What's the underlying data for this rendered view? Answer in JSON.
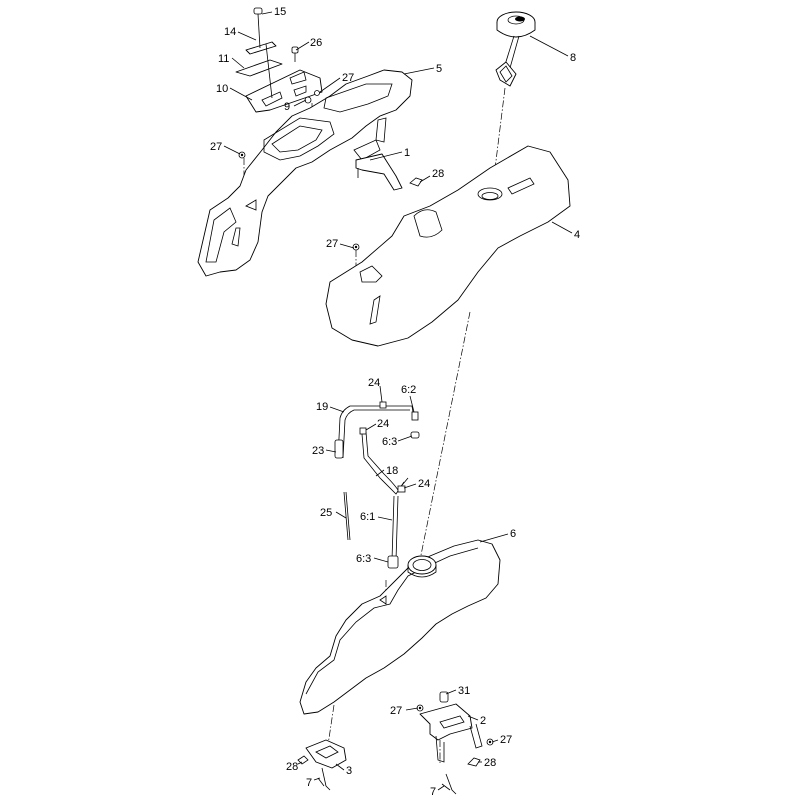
{
  "diagram": {
    "callouts": [
      {
        "id": "c15a",
        "text": "15"
      },
      {
        "id": "c14",
        "text": "14"
      },
      {
        "id": "c26",
        "text": "26"
      },
      {
        "id": "c11",
        "text": "11"
      },
      {
        "id": "c27a",
        "text": "27"
      },
      {
        "id": "c5",
        "text": "5"
      },
      {
        "id": "c10",
        "text": "10"
      },
      {
        "id": "c9",
        "text": "9"
      },
      {
        "id": "c8",
        "text": "8"
      },
      {
        "id": "c27b",
        "text": "27"
      },
      {
        "id": "c1",
        "text": "1"
      },
      {
        "id": "c28a",
        "text": "28"
      },
      {
        "id": "c4",
        "text": "4"
      },
      {
        "id": "c27c",
        "text": "27"
      },
      {
        "id": "c24a",
        "text": "24"
      },
      {
        "id": "c62",
        "text": "6:2"
      },
      {
        "id": "c19",
        "text": "19"
      },
      {
        "id": "c24b",
        "text": "24"
      },
      {
        "id": "c63a",
        "text": "6:3"
      },
      {
        "id": "c23",
        "text": "23"
      },
      {
        "id": "c18",
        "text": "18"
      },
      {
        "id": "c24c",
        "text": "24"
      },
      {
        "id": "c25",
        "text": "25"
      },
      {
        "id": "c61",
        "text": "6:1"
      },
      {
        "id": "c6",
        "text": "6"
      },
      {
        "id": "c63b",
        "text": "6:3"
      },
      {
        "id": "c31",
        "text": "31"
      },
      {
        "id": "c27d",
        "text": "27"
      },
      {
        "id": "c2",
        "text": "2"
      },
      {
        "id": "c27e",
        "text": "27"
      },
      {
        "id": "c28b",
        "text": "28"
      },
      {
        "id": "c3",
        "text": "3"
      },
      {
        "id": "c28c",
        "text": "28"
      },
      {
        "id": "c7a",
        "text": "7"
      },
      {
        "id": "c7b",
        "text": "7"
      }
    ]
  }
}
